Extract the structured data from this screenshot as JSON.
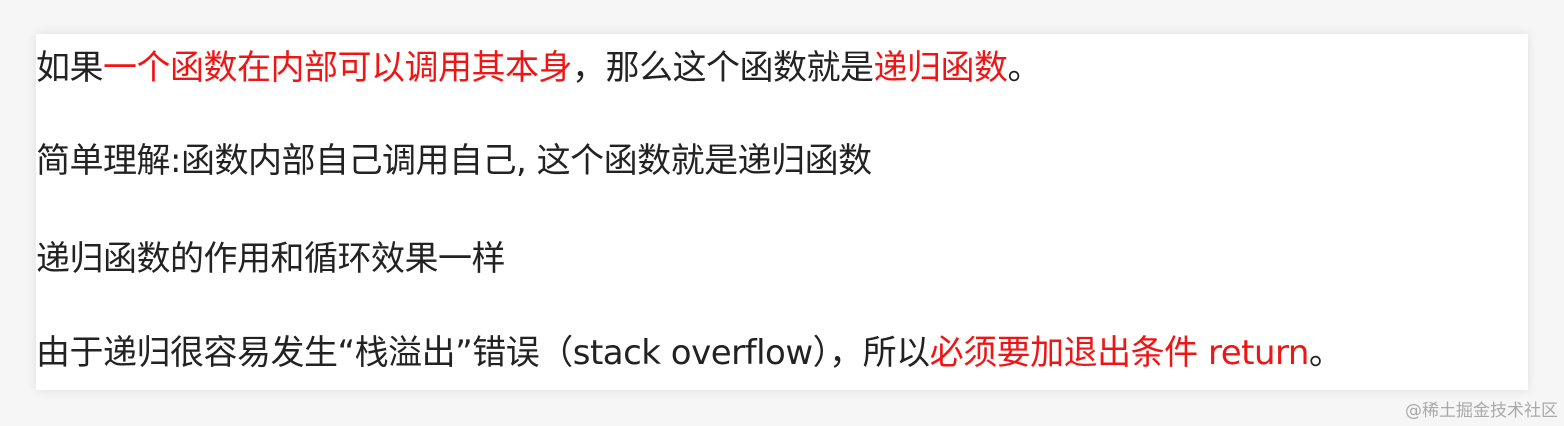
{
  "paragraphs": [
    {
      "segments": [
        {
          "text": "如果",
          "color": "#222222"
        },
        {
          "text": "一个函数在内部可以调用其本身",
          "color": "#f01414"
        },
        {
          "text": "，那么这个函数就是",
          "color": "#222222"
        },
        {
          "text": "递归函数",
          "color": "#f01414"
        },
        {
          "text": "。",
          "color": "#222222"
        }
      ]
    },
    {
      "segments": [
        {
          "text": "简单理解:函数内部自己调用自己, 这个函数就是递归函数",
          "color": "#222222"
        }
      ]
    },
    {
      "segments": [
        {
          "text": "递归函数的作用和循环效果一样",
          "color": "#222222"
        }
      ]
    },
    {
      "segments": [
        {
          "text": "由于递归很容易发生“栈溢出”错误（stack overflow），所以",
          "color": "#222222"
        },
        {
          "text": "必须要加退出条件 return",
          "color": "#f01414"
        },
        {
          "text": "。",
          "color": "#222222"
        }
      ]
    }
  ],
  "watermark": "@稀土掘金技术社区",
  "colors": {
    "text": "#222222",
    "emphasis": "#f01414",
    "background": "#ffffff",
    "page_background": "#f6f6f6",
    "watermark": "#a9a9a9"
  }
}
